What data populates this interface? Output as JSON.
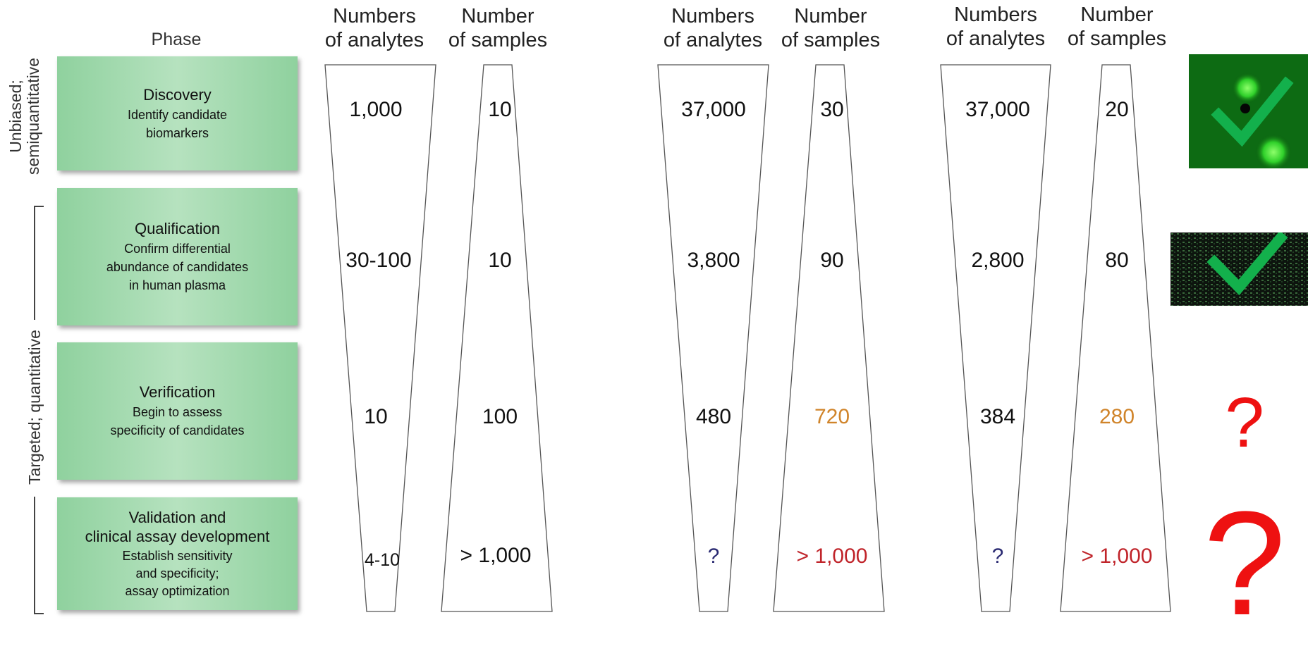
{
  "phase_header": "Phase",
  "side_labels": {
    "unbiased": [
      "Unbiased;",
      "semiquantitative"
    ],
    "targeted": "Targeted; quantitative"
  },
  "phases": [
    {
      "title": [
        "Discovery"
      ],
      "description": [
        "Identify candidate",
        "biomarkers"
      ]
    },
    {
      "title": [
        "Qualification"
      ],
      "description": [
        "Confirm differential",
        "abundance of candidates",
        "in human plasma"
      ]
    },
    {
      "title": [
        "Verification"
      ],
      "description": [
        "Begin to assess",
        "specificity of candidates"
      ]
    },
    {
      "title": [
        "Validation and",
        "clinical assay development"
      ],
      "description": [
        "Establish sensitivity",
        "and specificity;",
        "assay optimization"
      ]
    }
  ],
  "column_groups": [
    {
      "analytes_header": [
        "Numbers",
        "of analytes"
      ],
      "samples_header": [
        "Number",
        "of samples"
      ],
      "analytes": [
        "1,000",
        "30-100",
        "10",
        "4-10"
      ],
      "samples": [
        "10",
        "10",
        "100",
        "> 1,000"
      ]
    },
    {
      "analytes_header": [
        "Numbers",
        "of analytes"
      ],
      "samples_header": [
        "Number",
        "of samples"
      ],
      "analytes": [
        "37,000",
        "3,800",
        "480",
        "?"
      ],
      "samples": [
        "30",
        "90",
        "720",
        "> 1,000"
      ]
    },
    {
      "analytes_header": [
        "Numbers",
        "of analytes"
      ],
      "samples_header": [
        "Number",
        "of samples"
      ],
      "analytes": [
        "37,000",
        "2,800",
        "384",
        "?"
      ],
      "samples": [
        "20",
        "80",
        "280",
        "> 1,000"
      ]
    }
  ],
  "status_marks": [
    "?",
    "?"
  ],
  "colors": {
    "phase_box": "#8fd19e",
    "orange_value": "#d0842a",
    "red_value": "#c0242a",
    "navy_question": "#2a2a72",
    "checkmark": "#13b04c",
    "question_mark": "#ee1111"
  },
  "icons": [
    "fluorescent-spot-image-icon",
    "microarray-image-icon",
    "checkmark-icon"
  ]
}
